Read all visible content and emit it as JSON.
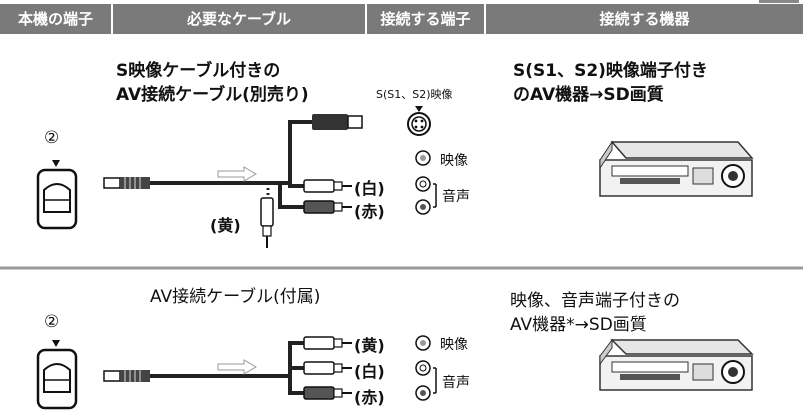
{
  "header": {
    "col1": "本機の端子",
    "col2": "必要なケーブル",
    "col3": "接続する端子",
    "col4": "接続する機器"
  },
  "section1": {
    "cable_line1": "S映像ケーブル付きの",
    "cable_line2": "AV接続ケーブル(別売り)",
    "terminal_s": "S(S1、S2)映像",
    "device_line1": "S(S1、S2)映像端子付き",
    "device_line2": "のAV機器→SD画質",
    "port_number": "②",
    "plug_white": "(白)",
    "plug_red": "(赤)",
    "plug_yellow": "(黄)",
    "jack_video": "映像",
    "jack_audio": "音声"
  },
  "section2": {
    "cable_line1": "AV接続ケーブル(付属)",
    "device_line1": "映像、音声端子付きの",
    "device_line2": "AV機器*→SD画質",
    "port_number": "②",
    "plug_yellow": "(黄)",
    "plug_white": "(白)",
    "plug_red": "(赤)",
    "jack_video": "映像",
    "jack_audio": "音声"
  },
  "colors": {
    "header_bg": "#7a7a7a",
    "divider": "#9a9a9a",
    "cable": "#222222"
  }
}
